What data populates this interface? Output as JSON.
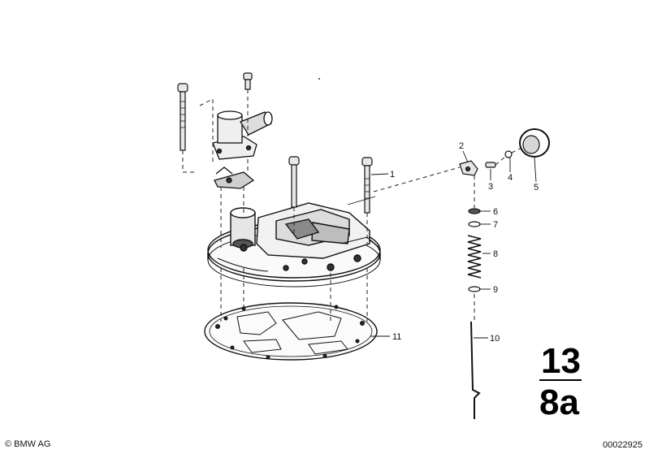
{
  "diagram": {
    "part_numbers": [
      "1",
      "2",
      "3",
      "4",
      "5",
      "6",
      "7",
      "8",
      "9",
      "10",
      "11"
    ],
    "group": {
      "top": "13",
      "bottom": "8a"
    }
  },
  "footer": {
    "copyright": "© BMW AG",
    "document_number": "00022925"
  }
}
